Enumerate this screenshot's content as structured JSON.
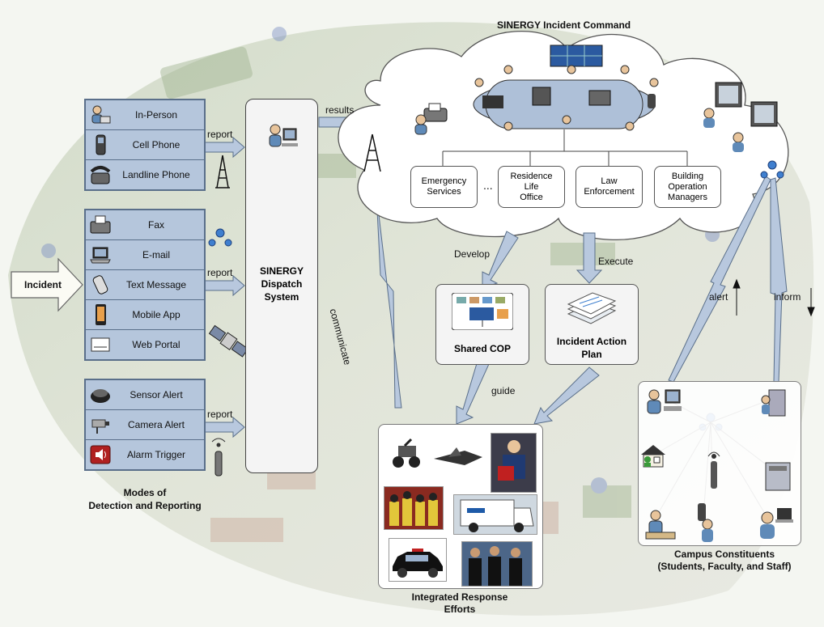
{
  "title": "SINERGY Incident Command",
  "incident_label": "Incident",
  "modes_caption": [
    "Modes of",
    "Detection and Reporting"
  ],
  "modes": {
    "group1": [
      "In-Person",
      "Cell Phone",
      "Landline Phone"
    ],
    "group2": [
      "Fax",
      "E-mail",
      "Text Message",
      "Mobile App",
      "Web Portal"
    ],
    "group3": [
      "Sensor Alert",
      "Camera Alert",
      "Alarm Trigger"
    ]
  },
  "report_labels": [
    "report",
    "report",
    "report"
  ],
  "dispatch_label": [
    "SINERGY",
    "Dispatch",
    "System"
  ],
  "results_label": "results",
  "communicate_label": "communicate",
  "departments": [
    [
      "Emergency",
      "Services"
    ],
    [
      "Residence",
      "Life",
      "Office"
    ],
    [
      "Law",
      "Enforcement"
    ],
    [
      "Building",
      "Operation",
      "Managers"
    ]
  ],
  "ellipsis": "...",
  "develop_label": "Develop",
  "execute_label": "Execute",
  "shared_cop_label": "Shared COP",
  "action_plan_label": [
    "Incident Action",
    "Plan"
  ],
  "guide_label": "guide",
  "response_caption": [
    "Integrated Response",
    "Efforts"
  ],
  "alert_label": "alert",
  "inform_label": "inform",
  "constituents_caption": [
    "Campus Constituents",
    "(Students, Faculty, and Staff)"
  ],
  "colors": {
    "box_fill": "#b5c6dc",
    "box_border": "#5a6f8a",
    "arrow_fill": "#b8c8de",
    "cloud_fill": "#ffffff",
    "table_fill": "#aec0d8"
  }
}
